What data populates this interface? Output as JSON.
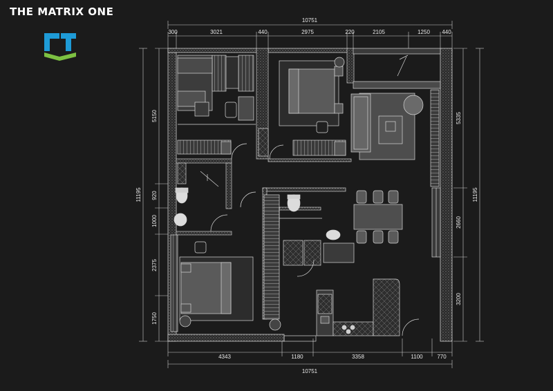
{
  "header": {
    "title": "THE MATRIX ONE"
  },
  "logo": {
    "name": "ct-logo",
    "colors": {
      "blue": "#1e9bd7",
      "green": "#7dc142"
    }
  },
  "colors": {
    "background": "#1b1b1b",
    "wall": "#b0b0b0",
    "line": "#d8d8d8",
    "fill_dark": "#3a3a3a"
  },
  "dimensions": {
    "top_total": "10751",
    "top": [
      "300",
      "3021",
      "440",
      "2975",
      "220",
      "2105",
      "1250",
      "440"
    ],
    "bottom_total": "10751",
    "bottom": [
      "4343",
      "1180",
      "3358",
      "1100",
      "770"
    ],
    "left_total": "11195",
    "left": [
      "5150",
      "920",
      "1000",
      "2375",
      "1750"
    ],
    "right_total": "11195",
    "right": [
      "5335",
      "2660",
      "3200"
    ]
  }
}
